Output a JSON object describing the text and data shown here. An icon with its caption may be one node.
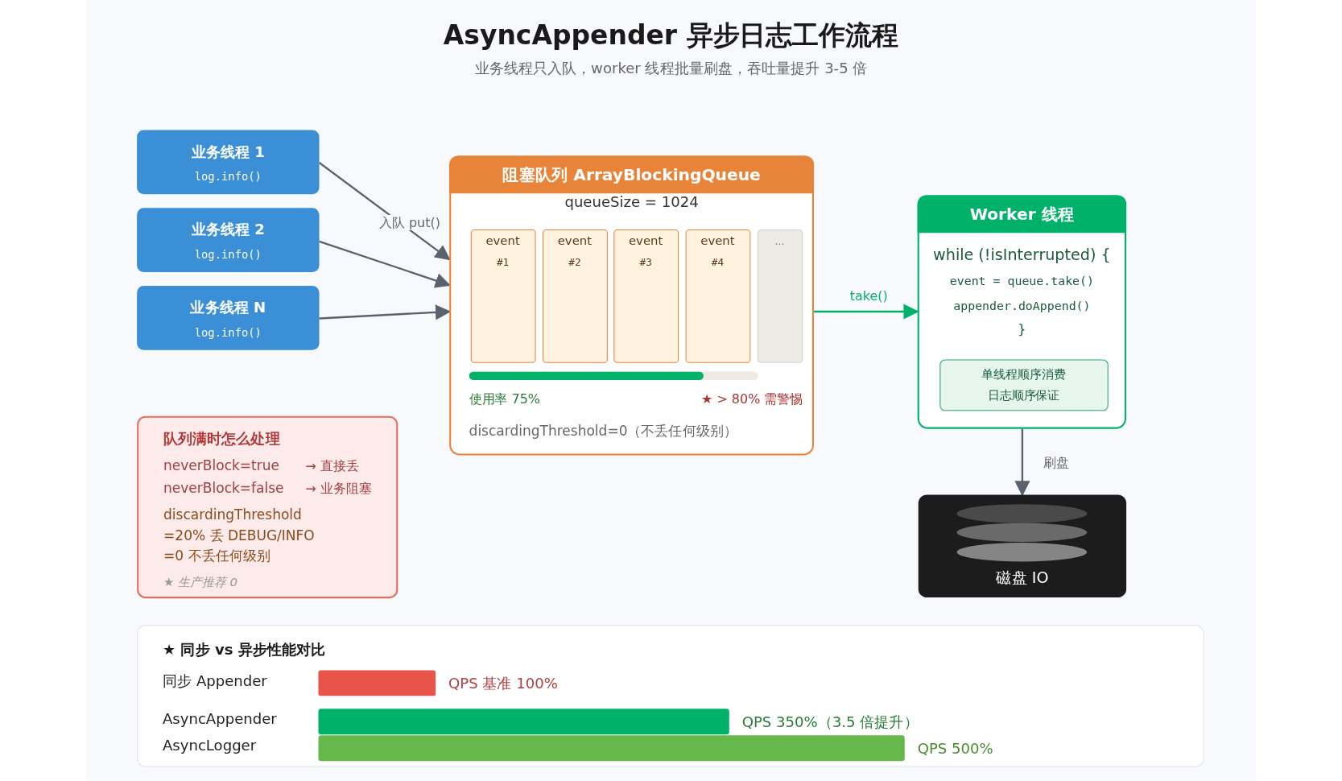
{
  "diagram": {
    "title": "AsyncAppender 异步日志工作流程",
    "nodes": [
      {
        "text": [
          "业务线程 1",
          "log.info()"
        ]
      },
      {
        "text": [
          "业务线程 2",
          "log.info()"
        ]
      },
      {
        "text": [
          "业务线程 N",
          "log.info()"
        ]
      },
      {
        "text": [
          "阻塞队列 ArrayBlockingQueue",
          "queueSize = 1024",
          "使用率 75%",
          "★ > 80% 需警惕",
          "discardingThreshold=0（不丢任何级别）"
        ]
      },
      {
        "text": [
          "event",
          "#1"
        ],
        "in": 3
      },
      {
        "text": [
          "event",
          "#2"
        ],
        "in": 3
      },
      {
        "text": [
          "event",
          "#3"
        ],
        "in": 3
      },
      {
        "text": [
          "event",
          "#4"
        ],
        "in": 3
      },
      {
        "text": [
          "..."
        ],
        "in": 3
      },
      {
        "text": [
          "Worker 线程",
          "while (!isInterrupted) {",
          "event = queue.take()",
          "appender.doAppend()",
          "}"
        ]
      },
      {
        "text": [
          "单线程顺序消费",
          "日志顺序保证"
        ],
        "in": 9
      },
      {
        "text": [
          "磁盘 IO"
        ]
      },
      {
        "text": [
          "队列满时怎么处理",
          "neverBlock=true",
          "→ 直接丢",
          "neverBlock=false",
          "→ 业务阻塞",
          "discardingThreshold",
          "=20% 丢 DEBUG/INFO",
          "=0 不丢任何级别",
          "★ 生产推荐 0"
        ]
      },
      {
        "text": [
          "★ 同步 vs 异步性能对比",
          "同步 Appender",
          "QPS 基准 100%",
          "AsyncAppender",
          "QPS 350%（3.5 倍提升）",
          "AsyncLogger",
          "QPS 500%"
        ]
      }
    ],
    "edges": [
      {
        "from": 0,
        "to": 3,
        "arrow": "to",
        "label": "入队 put()"
      },
      {
        "from": 1,
        "to": 3,
        "arrow": "to"
      },
      {
        "from": 2,
        "to": 3,
        "arrow": "to"
      },
      {
        "from": 3,
        "to": 9,
        "arrow": "to",
        "label": "take()",
        "color": "#00b16a"
      },
      {
        "from": 9,
        "to": 11,
        "arrow": "to",
        "label": "刷盘"
      }
    ],
    "labels": [
      "业务线程只入队，worker 线程批量刷盘，吞吐量提升 3-5 倍"
    ]
  }
}
